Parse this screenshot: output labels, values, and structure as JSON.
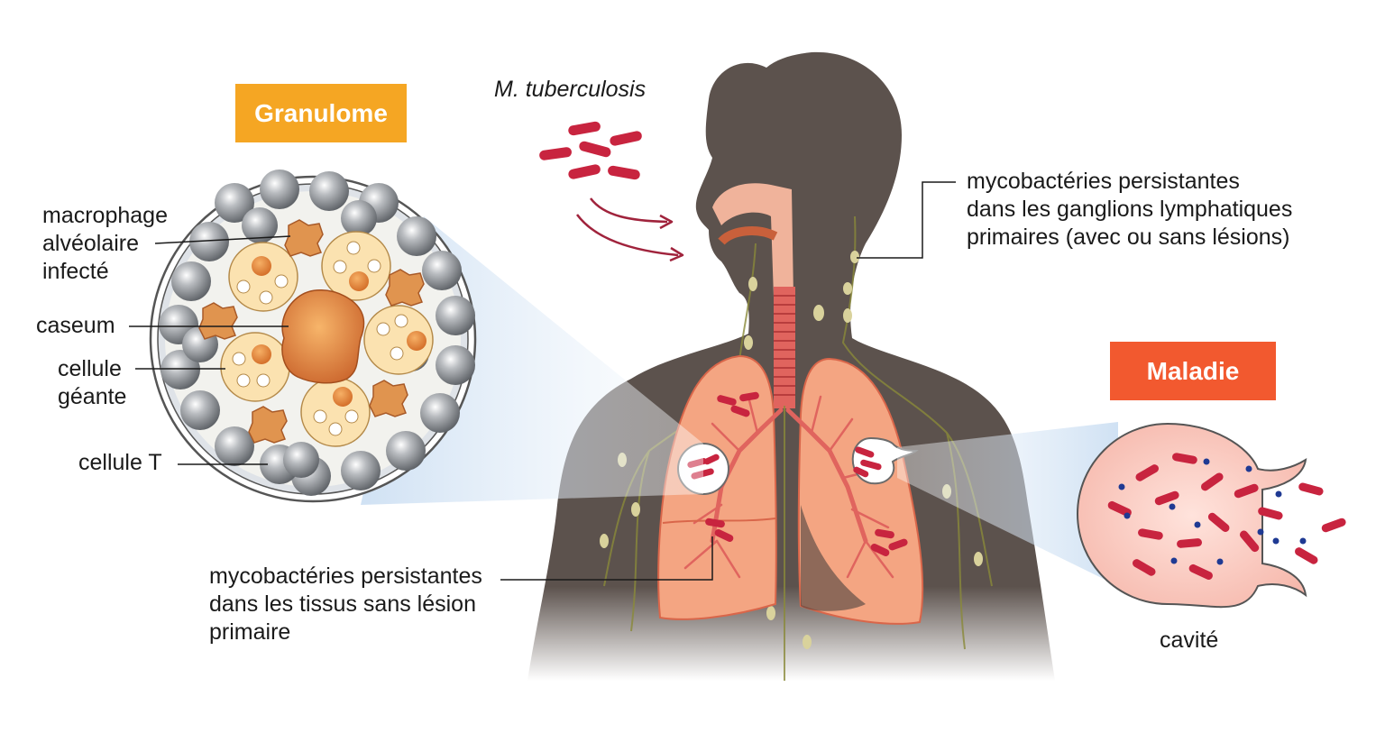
{
  "colors": {
    "granulome_badge": "#F5A623",
    "maladie_badge": "#F2592F",
    "body_silhouette": "#5C524D",
    "lung": "#F4A582",
    "bacteria": "#C8243F",
    "lymph_node": "#D9D29C"
  },
  "title_bacteria": "M. tuberculosis",
  "badges": {
    "granulome": "Granulome",
    "maladie": "Maladie"
  },
  "granuloma_labels": {
    "macrophage": [
      "macrophage",
      "alvéolaire",
      "infecté"
    ],
    "caseum": "caseum",
    "giant_cell": [
      "cellule",
      "géante"
    ],
    "t_cell": "cellule T"
  },
  "lymph_label": [
    "mycobactéries persistantes",
    "dans les ganglions lymphatiques",
    "primaires (avec ou sans lésions)"
  ],
  "tissue_label": [
    "mycobactéries persistantes",
    "dans les tissus sans lésion",
    "primaire"
  ],
  "cavity_label": "cavité",
  "icons": [
    "bacterium-icon",
    "macrophage-icon",
    "t-cell-icon",
    "giant-cell-icon",
    "lymph-node-icon"
  ]
}
